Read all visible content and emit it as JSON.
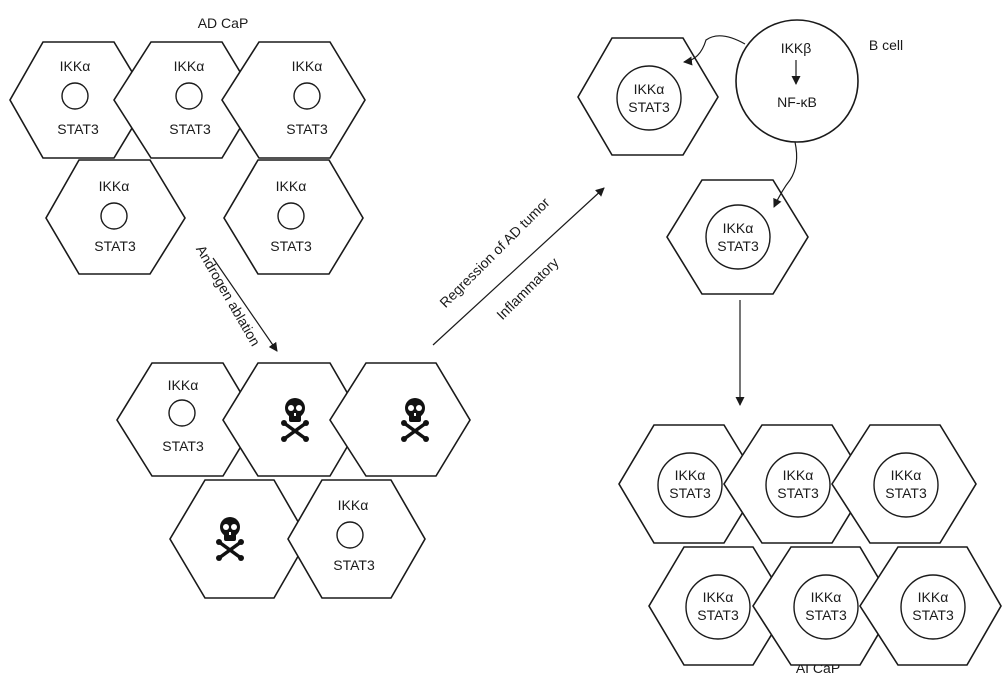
{
  "labels": {
    "ad_cap": "AD CaP",
    "ai_cap": "AI CaP",
    "b_cell": "B cell",
    "ikk_beta": "IKKβ",
    "nf_kb": "NF-κB",
    "androgen_ablation": "Androgen ablation",
    "regression": "Regression of AD tumor",
    "inflammatory": "Inflammatory"
  },
  "cell": {
    "ikk_alpha": "IKKα",
    "stat3": "STAT3"
  },
  "icons": {
    "dead_cell": "skull-crossbones-icon"
  }
}
